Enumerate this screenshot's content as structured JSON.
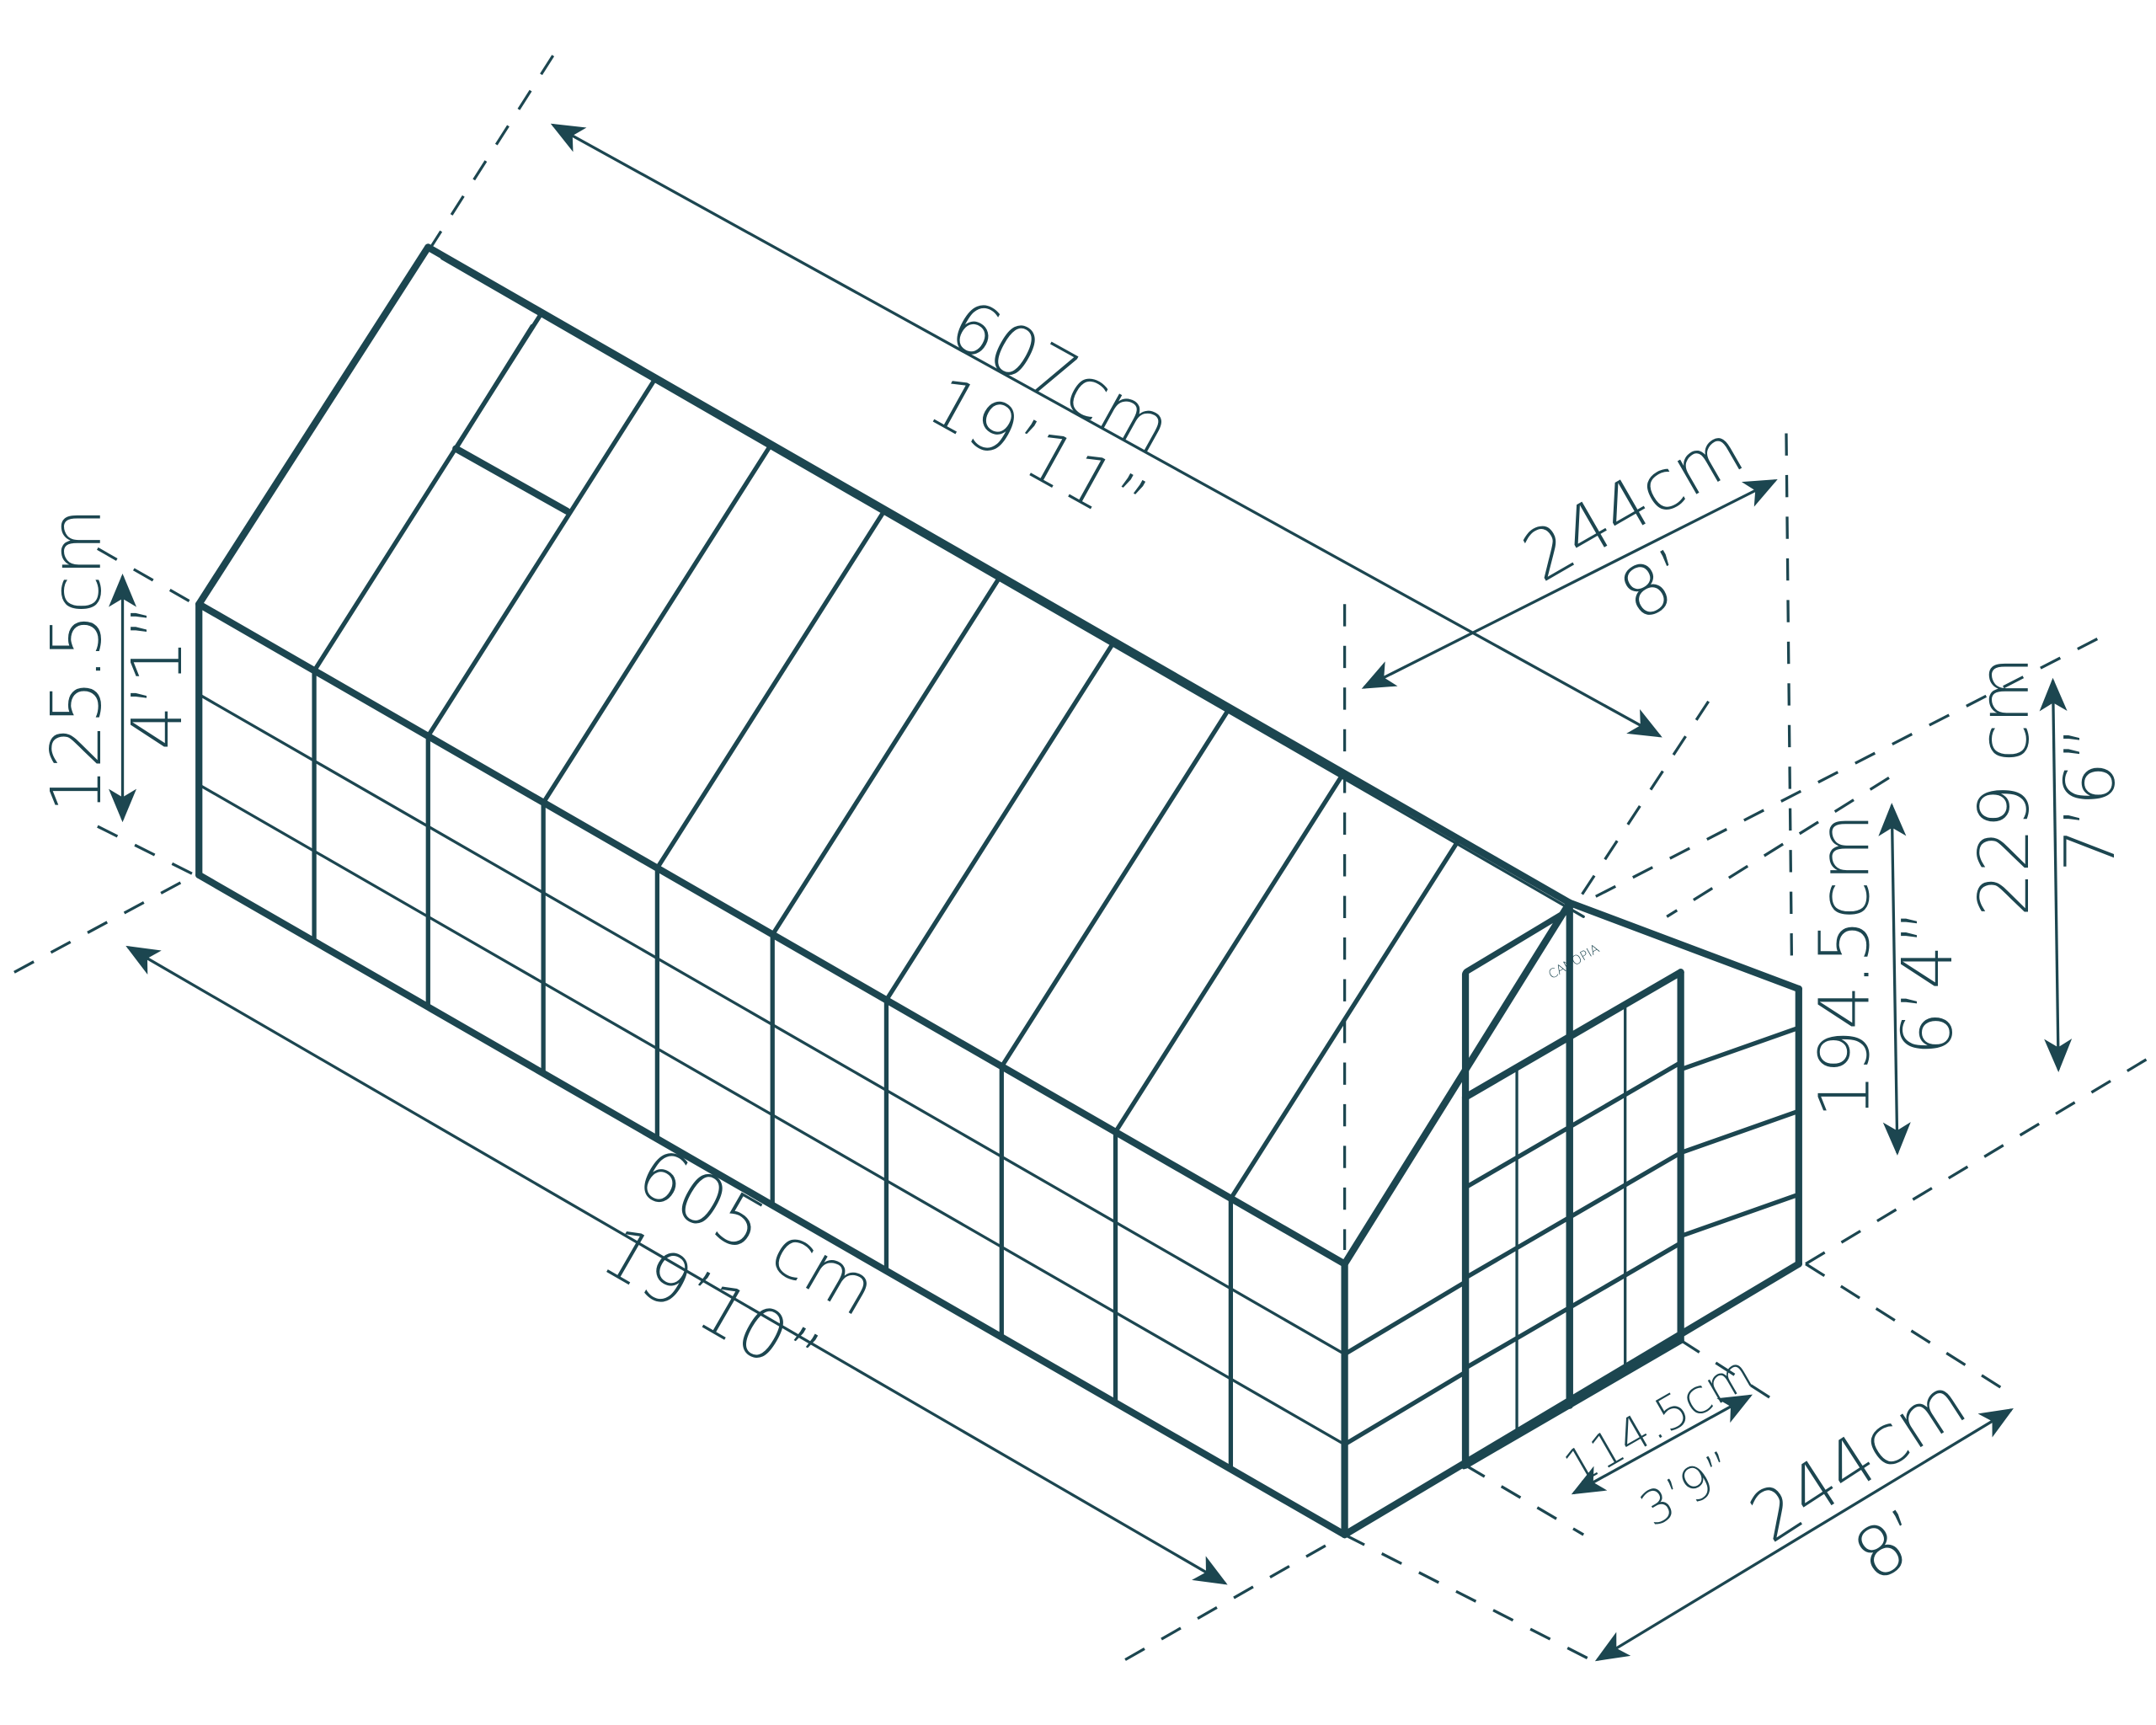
{
  "diagram": {
    "subject": "Greenhouse dimension drawing",
    "line_color": "#1c4650",
    "background": "#ffffff",
    "dimensions": {
      "roof_length": {
        "metric": "607cm",
        "imperial": "19’11”"
      },
      "roof_width": {
        "metric": "244cm",
        "imperial": "8’"
      },
      "base_length": {
        "metric": "605 cm",
        "imperial": "19’10”"
      },
      "base_width": {
        "metric": "244cm",
        "imperial": "8’"
      },
      "side_wall_height": {
        "metric": "125.5cm",
        "imperial": "4’1”"
      },
      "door_height": {
        "metric": "194.5cm",
        "imperial": "6’4”"
      },
      "total_height": {
        "metric": "229 cm",
        "imperial": "7’6”"
      },
      "door_width": {
        "metric": "114.5cm",
        "imperial": "3’9”"
      }
    },
    "logo_text": "CANOPIA"
  }
}
